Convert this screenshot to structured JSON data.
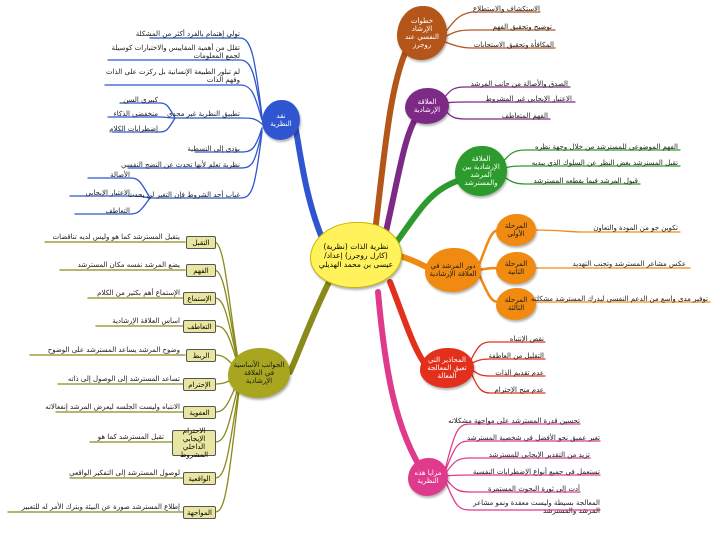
{
  "center": {
    "title": "نظرية الذات (نظرية) (كارل روجرز) إعداد/ عيسى بن محمد الهديلي",
    "color": "#fff25a"
  },
  "colors": {
    "brown": "#b4561a",
    "purple": "#7d2a86",
    "green": "#2d9a2e",
    "orange": "#f08a10",
    "red": "#e3301d",
    "magenta": "#e03a8c",
    "olive": "#8a8a1a",
    "blue": "#2f56d0"
  },
  "branches": {
    "counseling_steps": {
      "label": "خطوات الإرشاد النفسي عند روجرز",
      "items": [
        "الاستكشاف والاستطلاع",
        "توضيح وتحقيق الفهم",
        "المكافأة وتحقيق الاستجابات"
      ]
    },
    "relationship": {
      "label": "العلاقة الإرشادية",
      "items": [
        "الصدق والأصالة من جانب المرشد",
        "الاعتبار الإيجابي غير المشروط",
        "الفهم المتعاطف"
      ]
    },
    "counselor_client": {
      "label": "العلاقة الإرشادية بين المرشد والمسترشد",
      "items": [
        "الفهم الموضوعي للمسترشد من خلال وجهة نظره",
        "تقبل المسترشد بغض النظر عن السلوك الذي يبديه",
        "قبول المرشد فيما يقطعه المسترشد"
      ]
    },
    "counselor_role": {
      "label": "دور المرشد في العلاقة الإرشادية",
      "stages": [
        {
          "label": "المرحلة الأولى",
          "text": "تكوين جو من المودة والتعاون"
        },
        {
          "label": "المرحلة الثانية",
          "text": "عكس مشاعر المسترشد وتجنب التهديد"
        },
        {
          "label": "المرحلة الثالثة",
          "text": "توفير مدى واسع من الدعم النفسي ليدرك المسترشد مشكلته"
        }
      ]
    },
    "pitfalls": {
      "label": "المحاذير التي تعيق المعالجة الفعالة",
      "items": [
        "نقص الإنتباه",
        "التقليل من العاطفة",
        "عدم تقديم الذات",
        "عدم منح الإحترام"
      ]
    },
    "advantages": {
      "label": "مزايا هذه النظرية",
      "items": [
        "تحسين قدرة المسترشد على مواجهة مشكلاته",
        "تغير عميق نحو الأفضل في شخصية المسترشد",
        "تزيد من التقدير الإيجابي للمسترشد",
        "تستعمل في جميع أنواع الإضطرابات النفسية",
        "أدت إلى ثورة البحوث المستمرة",
        "المعالجة بسيطة وليست معقدة ونمو مشاعر المرشد والمسترشد"
      ]
    },
    "fundamentals": {
      "label": "الجوانب الأساسية في العلاقة الإرشادية",
      "items": [
        {
          "label": "التقبل",
          "text": "يتقبل المسترشد كما هو وليس لديه تناقضات"
        },
        {
          "label": "الفهم",
          "text": "يضع المرشد نفسه مكان المسترشد"
        },
        {
          "label": "الإستماع",
          "text": "الإستماع أهم بكثير من الكلام"
        },
        {
          "label": "التعاطف",
          "text": "اساس العلاقة الإرشادية"
        },
        {
          "label": "الربط",
          "text": "وضوح المرشد يساعد المسترشد على الوضوح"
        },
        {
          "label": "الإحترام",
          "text": "تساعد المسترشد إلى الوصول إلى ذاته"
        },
        {
          "label": "العفوية",
          "text": "الانتباه وليست الجلسه ليعرض المرشد إنفعالاته"
        },
        {
          "label": "الاحترام الإيجابي الداخلي المشروط",
          "text": "تقبل المسترشد كما هو"
        },
        {
          "label": "الواقعية",
          "text": "لوصول المسترشد إلى التفكير الواقعي"
        },
        {
          "label": "المواجهة",
          "text": "إطلاع المسترشد صورة عن البيئة وبترك الأمر له للتعبير"
        }
      ]
    },
    "criticism": {
      "label": "نقد النظرية",
      "top": [
        "تولي إهتمام بالفرد أكثر من المشكلة",
        "تقلل من أهمية المقاييس والاختبارات كوسيلة لجمع المعلومات",
        "لم تبلور الطبيعة الإنسانية بل ركزت على الذات وفهم الذات"
      ],
      "mid_label": "تطبيق النظرية غير مجدي",
      "mid": [
        "كبيري السن",
        "منخفضي الذكاء",
        "إضطرابات الكلام"
      ],
      "extra": [
        "يؤدي إلى التسطية",
        "نظرية تعلم لأنها تحدث عن النضج النفسي"
      ],
      "conditions_label": "غياب أحد الشروط فإن التغير لن يحدث",
      "conditions": [
        "الأصالة",
        "الاعتبار الإيجابي",
        "التعاطف"
      ]
    }
  }
}
